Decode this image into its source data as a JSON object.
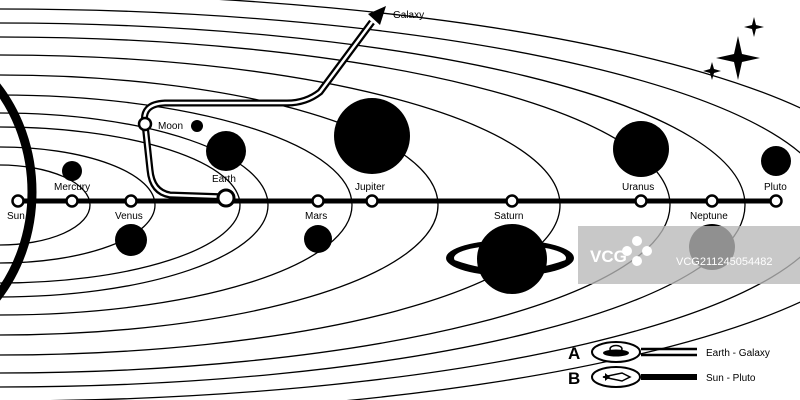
{
  "colors": {
    "ink": "#000000",
    "paper": "#ffffff",
    "watermark_bg": "#b9b9b9"
  },
  "labels": {
    "sun": "Sun",
    "mercury": "Mercury",
    "venus": "Venus",
    "earth": "Earth",
    "moon": "Moon",
    "mars": "Mars",
    "jupiter": "Jupiter",
    "saturn": "Saturn",
    "uranus": "Uranus",
    "neptune": "Neptune",
    "pluto": "Pluto",
    "galaxy": "Galaxy"
  },
  "legend": {
    "a_letter": "A",
    "a_text": "Earth - Galaxy",
    "b_letter": "B",
    "b_text": "Sun - Pluto"
  },
  "watermark": {
    "logo": "VCG",
    "code": "VCG211245054482",
    "logo_icon": "flower-icon"
  },
  "icons": [
    "sparkle-star-icon",
    "flying-saucer-icon",
    "rocket-icon"
  ]
}
